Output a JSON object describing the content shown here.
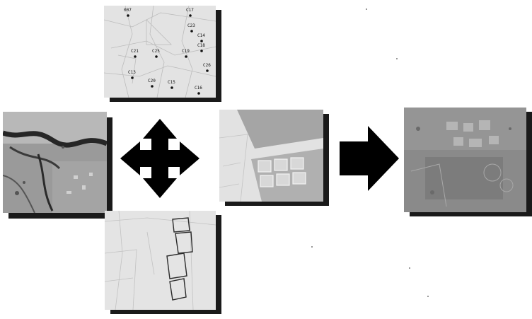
{
  "diagram": {
    "top_map_point_labels": [
      "007",
      "C17",
      "C23",
      "C14",
      "C21",
      "C25",
      "C19",
      "C26",
      "C20",
      "C15",
      "C16",
      "C13",
      "C18"
    ],
    "icons": {
      "multi_direction_arrow": "four-way-arrow-icon",
      "merge_arrow": "right-arrow-icon"
    },
    "colors": {
      "arrow": "#000000",
      "tile_shadow": "#1a1a1a",
      "aerial_tone": "#8a8a8a",
      "map_background": "#e6e6e6"
    }
  }
}
